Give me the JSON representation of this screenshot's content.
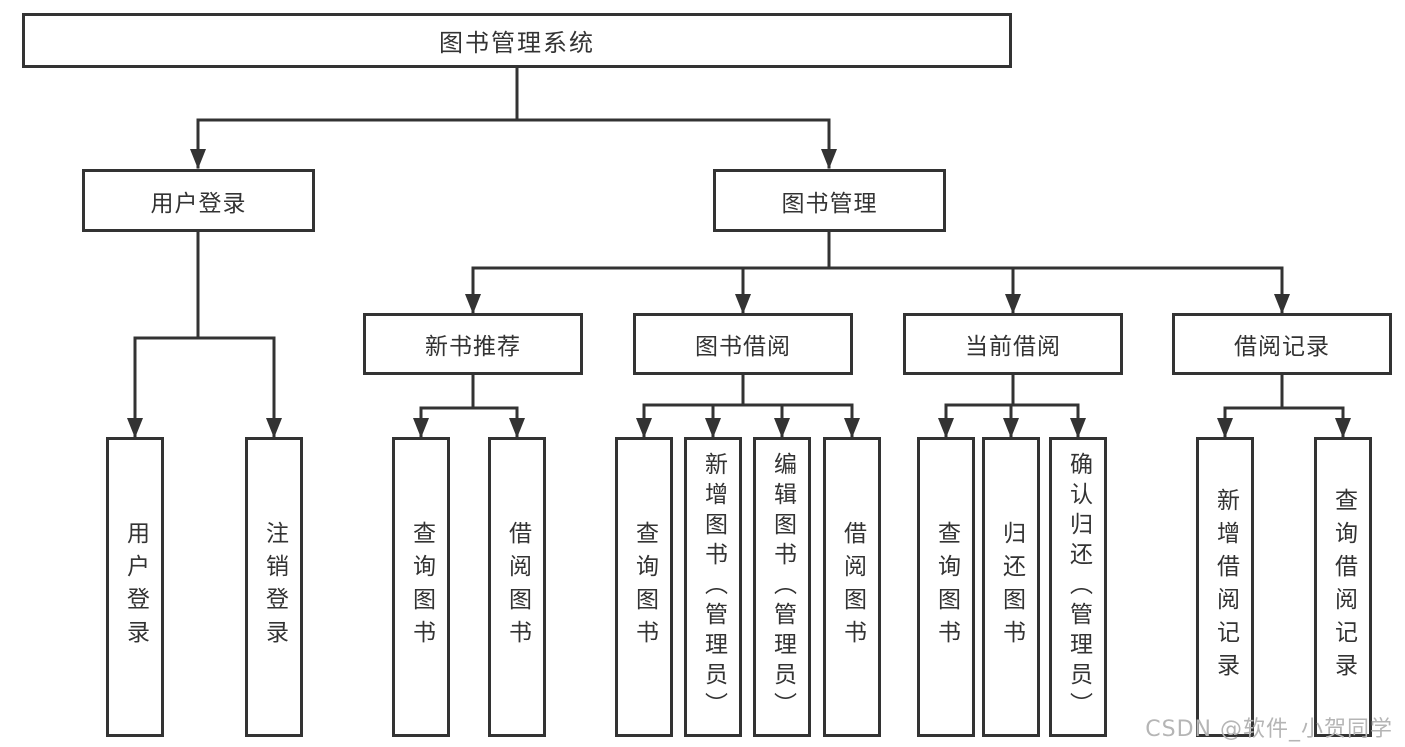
{
  "diagram": {
    "title": "图书管理系统",
    "watermark": "CSDN @软件_小贺同学",
    "colors": {
      "line": "#333333",
      "text": "#333333",
      "box_background": "#ffffff",
      "watermark": "#b5b5b5"
    },
    "tree": {
      "label": "图书管理系统",
      "children": [
        {
          "label": "用户登录",
          "children": [
            {
              "label": "用户登录"
            },
            {
              "label": "注销登录"
            }
          ]
        },
        {
          "label": "图书管理",
          "children": [
            {
              "label": "新书推荐",
              "children": [
                {
                  "label": "查询图书"
                },
                {
                  "label": "借阅图书"
                }
              ]
            },
            {
              "label": "图书借阅",
              "children": [
                {
                  "label": "查询图书"
                },
                {
                  "label": "新增图书（管理员）"
                },
                {
                  "label": "编辑图书（管理员）"
                },
                {
                  "label": "借阅图书"
                }
              ]
            },
            {
              "label": "当前借阅",
              "children": [
                {
                  "label": "查询图书"
                },
                {
                  "label": "归还图书"
                },
                {
                  "label": "确认归还（管理员）"
                }
              ]
            },
            {
              "label": "借阅记录",
              "children": [
                {
                  "label": "新增借阅记录"
                },
                {
                  "label": "查询借阅记录"
                }
              ]
            }
          ]
        }
      ]
    }
  }
}
